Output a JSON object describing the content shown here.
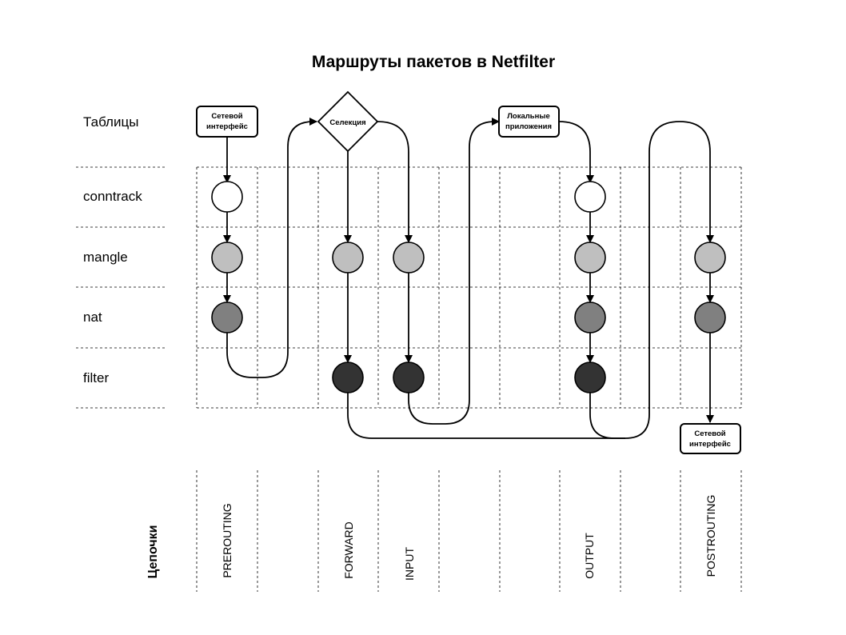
{
  "title": "Маршруты пакетов в Netfilter",
  "tables_header": "Таблицы",
  "chains_header": "Цепочки",
  "tables": [
    "conntrack",
    "mangle",
    "nat",
    "filter"
  ],
  "chains": [
    "PREROUTING",
    "FORWARD",
    "INPUT",
    "OUTPUT",
    "POSTROUTING"
  ],
  "boxes": {
    "net_in": [
      "Сетевой",
      "интерфейс"
    ],
    "selection": "Селекция",
    "local_apps": [
      "Локальные",
      "приложения"
    ],
    "net_out": [
      "Сетевой",
      "интерфейс"
    ]
  },
  "colors": {
    "conntrack": "#ffffff",
    "mangle": "#bfbfbf",
    "nat": "#808080",
    "filter": "#333333"
  }
}
